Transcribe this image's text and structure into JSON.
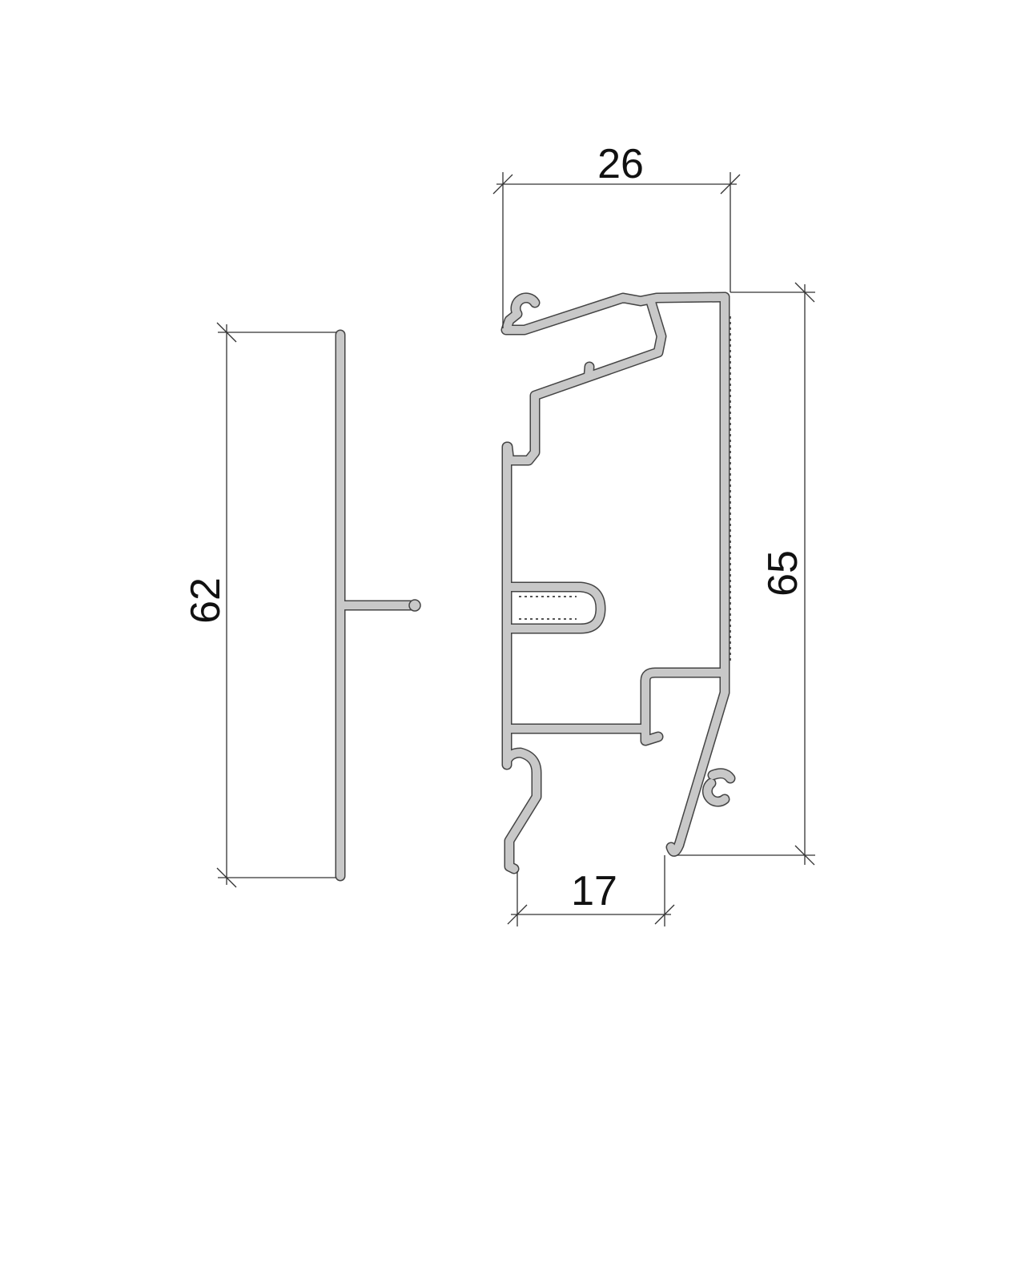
{
  "drawing": {
    "dimensions": {
      "profile_width": "26",
      "profile_height": "65",
      "profile_opening": "17",
      "cover_height": "62"
    },
    "colors": {
      "profile_fill": "#c8c8c8",
      "outline": "#444444",
      "dimension_line": "#333333"
    }
  }
}
